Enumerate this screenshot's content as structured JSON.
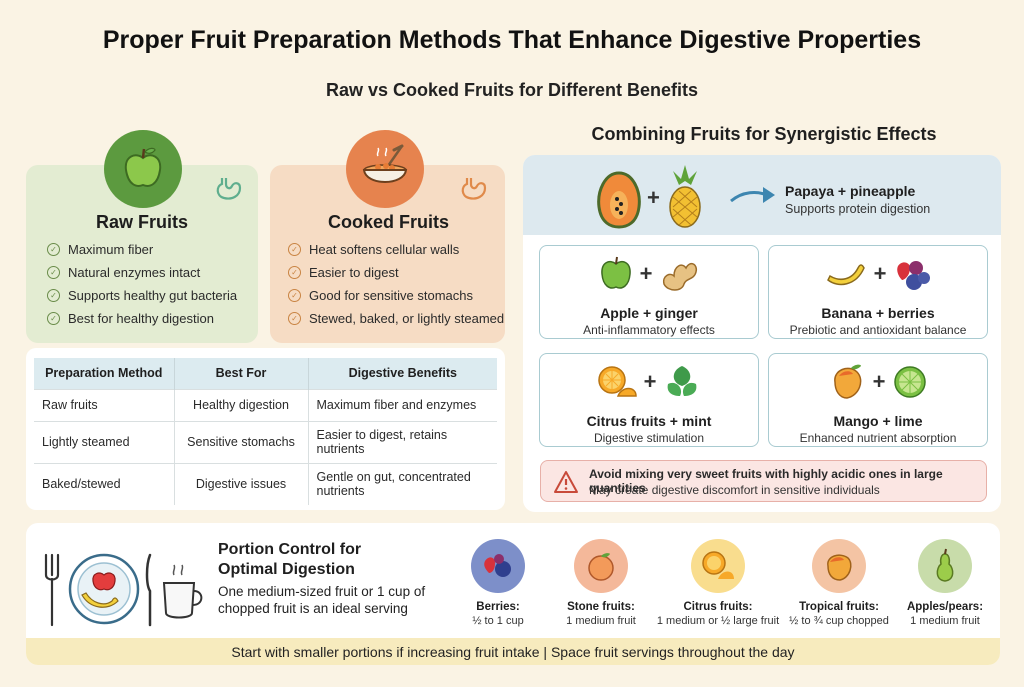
{
  "title": "Proper Fruit Preparation Methods That Enhance Digestive Properties",
  "subtitle": "Raw vs Cooked Fruits for Different Benefits",
  "raw": {
    "title": "Raw Fruits",
    "items": [
      "Maximum fiber",
      "Natural enzymes intact",
      "Supports healthy gut bacteria",
      "Best for healthy digestion"
    ]
  },
  "cooked": {
    "title": "Cooked Fruits",
    "items": [
      "Heat softens cellular walls",
      "Easier to digest",
      "Good for sensitive stomachs",
      "Stewed, baked, or lightly steamed"
    ]
  },
  "table": {
    "headers": [
      "Preparation Method",
      "Best For",
      "Digestive Benefits"
    ],
    "rows": [
      [
        "Raw fruits",
        "Healthy digestion",
        "Maximum fiber and enzymes"
      ],
      [
        "Lightly steamed",
        "Sensitive stomachs",
        "Easier to digest, retains nutrients"
      ],
      [
        "Baked/stewed",
        "Digestive issues",
        "Gentle on gut, concentrated nutrients"
      ]
    ]
  },
  "combos": {
    "title": "Combining Fruits for Synergistic Effects",
    "featured": {
      "name": "Papaya + pineapple",
      "desc": "Supports protein digestion"
    },
    "items": [
      {
        "name": "Apple + ginger",
        "desc": "Anti-inflammatory effects"
      },
      {
        "name": "Banana + berries",
        "desc": "Prebiotic and antioxidant balance"
      },
      {
        "name": "Citrus fruits + mint",
        "desc": "Digestive stimulation"
      },
      {
        "name": "Mango + lime",
        "desc": "Enhanced nutrient absorption"
      }
    ],
    "warning": {
      "title": "Avoid mixing very sweet fruits with highly acidic ones in large quantities",
      "desc": "May create digestive discomfort in sensitive individuals"
    }
  },
  "portion": {
    "title": "Portion Control for Optimal Digestion",
    "desc": "One medium-sized fruit or 1 cup of chopped fruit is an ideal serving",
    "items": [
      {
        "name": "Berries:",
        "amount": "½ to 1 cup",
        "color": "#7d8fc9"
      },
      {
        "name": "Stone fruits:",
        "amount": "1 medium fruit",
        "color": "#f4b89a"
      },
      {
        "name": "Citrus fruits:",
        "amount": "1 medium or ½ large fruit",
        "color": "#f9dd8e"
      },
      {
        "name": "Tropical fruits:",
        "amount": "½ to ¾ cup chopped",
        "color": "#f4c4a4"
      },
      {
        "name": "Apples/pears:",
        "amount": "1 medium fruit",
        "color": "#c8dcaa"
      }
    ],
    "footer": "Start with smaller portions if increasing fruit intake  |  Space fruit servings throughout the day"
  }
}
